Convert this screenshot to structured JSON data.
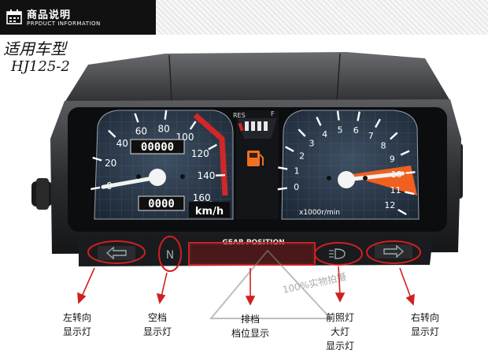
{
  "header": {
    "title": "商品说明",
    "subtitle": "PRPDUCT INFORMATION"
  },
  "model": {
    "label": "适用车型",
    "value": "HJ125-2"
  },
  "speedometer": {
    "ticks": [
      "0",
      "20",
      "40",
      "60",
      "80",
      "100",
      "120",
      "140",
      "160"
    ],
    "unit": "km/h",
    "odometer": "00000",
    "trip": "0000",
    "needle_value_kmh": 0
  },
  "fuel": {
    "res_label": "RES",
    "full_label": "F"
  },
  "tachometer": {
    "ticks": [
      "0",
      "1",
      "2",
      "3",
      "4",
      "5",
      "6",
      "7",
      "8",
      "9",
      "10",
      "11",
      "12"
    ],
    "unit": "x1000r/min",
    "needle_value_krpm": 10,
    "redline_from_krpm": 10
  },
  "gear_panel": {
    "label": "GEAR POSITION",
    "neutral": "N"
  },
  "watermark": "100%实物拍摄",
  "callouts": [
    {
      "line1": "左转向",
      "line2": "显示灯"
    },
    {
      "line1": "空档",
      "line2": "显示灯"
    },
    {
      "line1": "排档",
      "line2": "档位显示"
    },
    {
      "line1": "前照灯",
      "line2": "大灯",
      "line3": "显示灯"
    },
    {
      "line1": "右转向",
      "line2": "显示灯"
    }
  ],
  "colors": {
    "dial_face": "#2a3a4a",
    "redline": "#e02020",
    "tach_red_zone": "#f06020",
    "highlight_circle": "#d02020",
    "fuel_icon": "#f07020"
  }
}
